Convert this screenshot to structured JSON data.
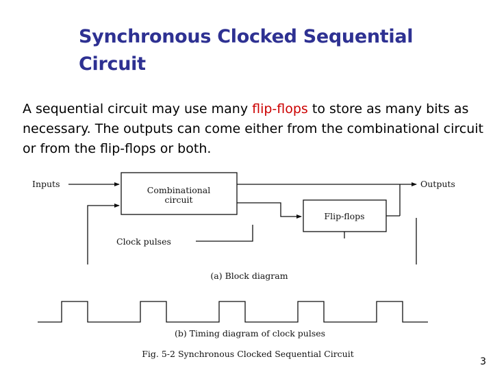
{
  "slide": {
    "title": "Synchronous Clocked Sequential Circuit",
    "body_prefix": "A sequential circuit  may use many ",
    "body_highlight": "flip-flops",
    "body_suffix": " to store as many bits as necessary. The outputs can come either from the combinational circuit or from the flip-flops or both.",
    "page_number": "3"
  },
  "colors": {
    "title": "#2e3192",
    "highlight": "#cc0000",
    "line": "#111111"
  },
  "figure": {
    "inputs_label": "Inputs",
    "outputs_label": "Outputs",
    "combinational_line1": "Combinational",
    "combinational_line2": "circuit",
    "flipflops_label": "Flip-flops",
    "clock_label": "Clock pulses",
    "block_caption": "(a) Block diagram",
    "timing_caption": "(b) Timing diagram of clock pulses",
    "fig_caption": "Fig. 5-2  Synchronous Clocked Sequential Circuit",
    "clock_pulse_count": 5
  }
}
